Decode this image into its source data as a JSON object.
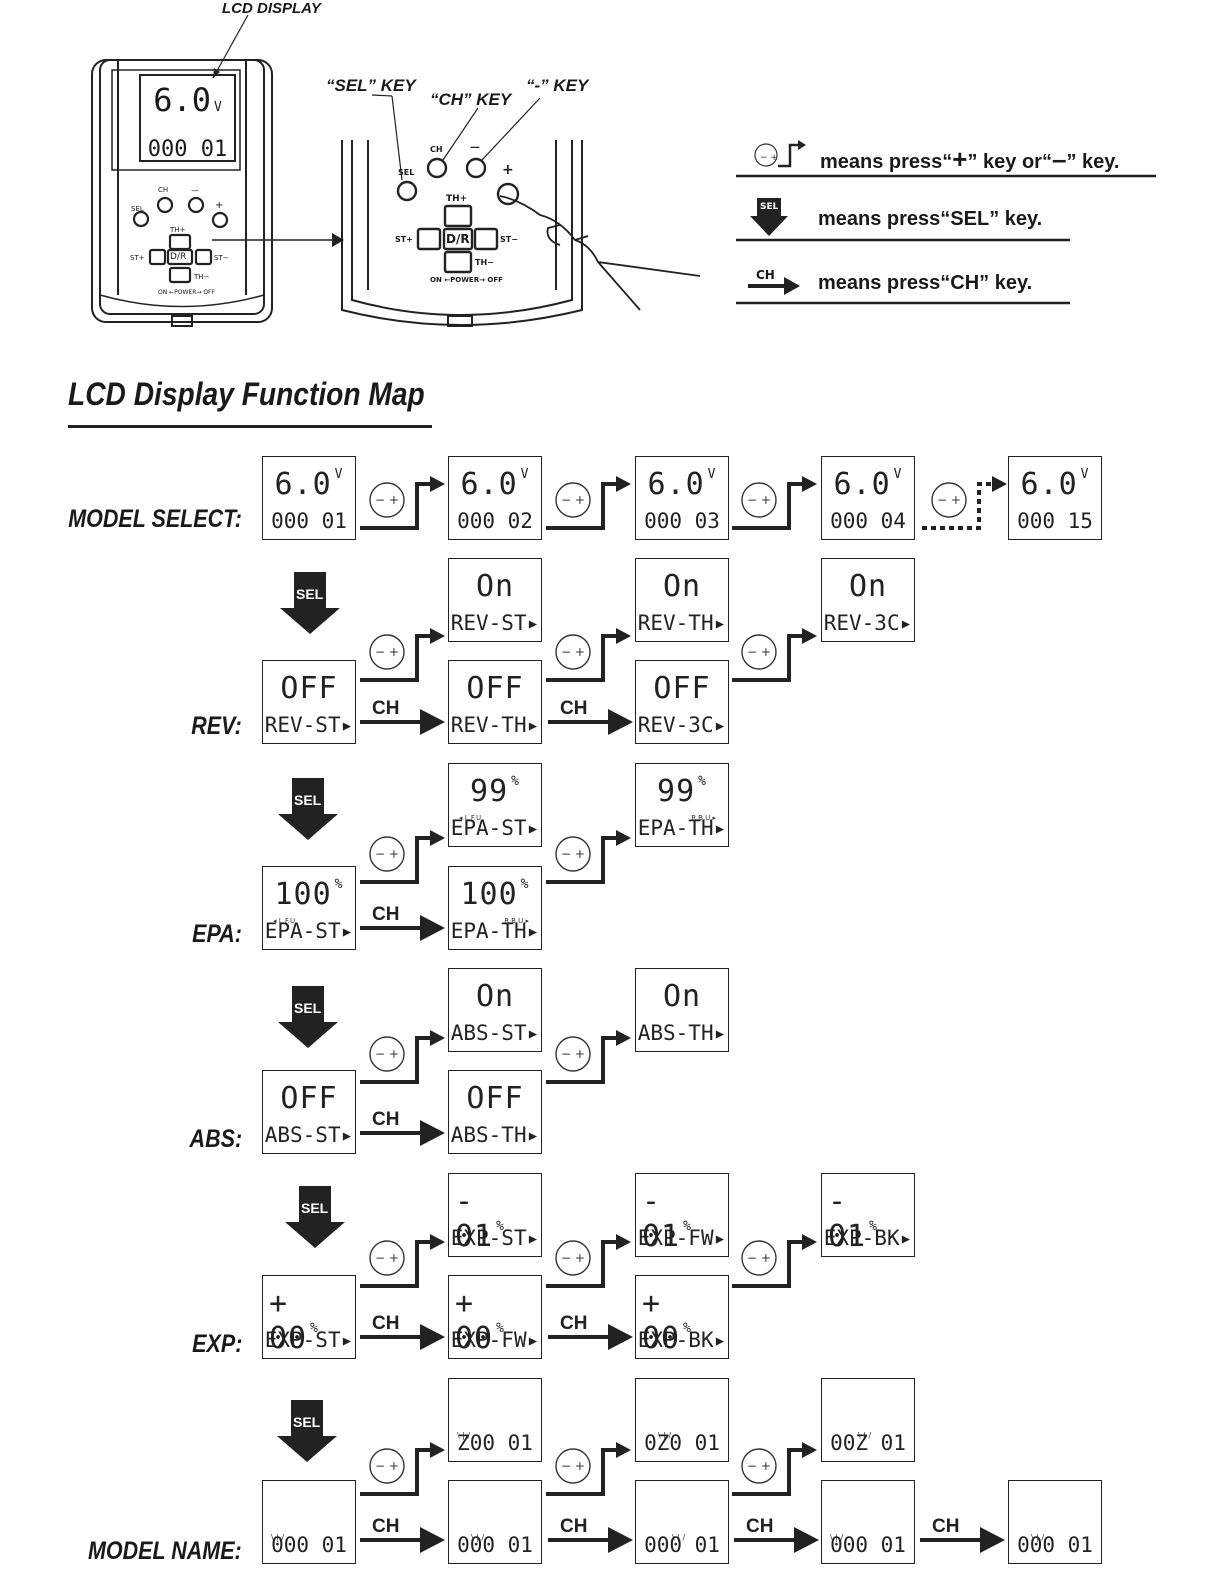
{
  "device": {
    "lcd_display_label": "LCD DISPLAY",
    "screen_top": "6.0",
    "screen_unit": "V",
    "screen_bottom": "000 01",
    "key_labels": {
      "ch": "CH",
      "minus": "—",
      "sel": "SEL",
      "plus": "+",
      "th_plus": "TH+",
      "st_plus": "ST+",
      "dr": "D/R",
      "st_minus": "ST−",
      "th_minus": "TH−",
      "power": "ON ←POWER→ OFF"
    }
  },
  "callouts": {
    "sel_key": "“SEL” KEY",
    "ch_key": "“CH” KEY",
    "minus_key": "“-” KEY"
  },
  "legend": {
    "line1_a": "means press“",
    "line1_plus": "+",
    "line1_b": "” key or“",
    "line1_minus": "–",
    "line1_c": "” key.",
    "line2": "means press“SEL” key.",
    "line3": "means press“CH” key.",
    "ch_icon": "CH",
    "sel_icon": "SEL"
  },
  "section_title": "LCD Display Function Map",
  "row_labels": {
    "model_select": "MODEL SELECT:",
    "rev": "REV:",
    "epa": "EPA:",
    "abs": "ABS:",
    "exp": "EXP:",
    "model_name": "MODEL NAME:"
  },
  "screens": {
    "ms1": {
      "top": "6.0",
      "unit": "V",
      "bot": "000 01"
    },
    "ms2": {
      "top": "6.0",
      "unit": "V",
      "bot": "000 02"
    },
    "ms3": {
      "top": "6.0",
      "unit": "V",
      "bot": "000 03"
    },
    "ms4": {
      "top": "6.0",
      "unit": "V",
      "bot": "000 04"
    },
    "ms5": {
      "top": "6.0",
      "unit": "V",
      "bot": "000 15"
    },
    "rev_on1": {
      "top": "On",
      "bot": "REV-ST▸"
    },
    "rev_on2": {
      "top": "On",
      "bot": "REV-TH▸"
    },
    "rev_on3": {
      "top": "On",
      "bot": "REV-3C▸"
    },
    "rev_off1": {
      "top": "OFF",
      "bot": "REV-ST▸"
    },
    "rev_off2": {
      "top": "OFF",
      "bot": "REV-TH▸"
    },
    "rev_off3": {
      "top": "OFF",
      "bot": "REV-3C▸"
    },
    "epa_u1": {
      "top": "99",
      "unit": "%",
      "sub": "◂ L.F.U",
      "bot": "EPA-ST▸"
    },
    "epa_u2": {
      "top": "99",
      "unit": "%",
      "sub": "R.B.U ▸",
      "bot": "EPA-TH▸"
    },
    "epa_l1": {
      "top": "100",
      "unit": "%",
      "sub": "◂ L.F.U",
      "bot": "EPA-ST▸"
    },
    "epa_l2": {
      "top": "100",
      "unit": "%",
      "sub": "R.B.U ▸",
      "bot": "EPA-TH▸"
    },
    "abs_on1": {
      "top": "On",
      "bot": "ABS-ST▸"
    },
    "abs_on2": {
      "top": "On",
      "bot": "ABS-TH▸"
    },
    "abs_off1": {
      "top": "OFF",
      "bot": "ABS-ST▸"
    },
    "abs_off2": {
      "top": "OFF",
      "bot": "ABS-TH▸"
    },
    "exp_u1": {
      "top": "- 01",
      "unit": "%",
      "bot": "EXP-ST▸"
    },
    "exp_u2": {
      "top": "- 01",
      "unit": "%",
      "bot": "EXP-FW▸"
    },
    "exp_u3": {
      "top": "- 01",
      "unit": "%",
      "bot": "EXP-BK▸"
    },
    "exp_l1": {
      "top": "+ 00",
      "unit": "%",
      "bot": "EXP-ST▸"
    },
    "exp_l2": {
      "top": "+ 00",
      "unit": "%",
      "bot": "EXP-FW▸"
    },
    "exp_l3": {
      "top": "+ 00",
      "unit": "%",
      "bot": "EXP-BK▸"
    },
    "mn_u1": {
      "bot": "Z00 01"
    },
    "mn_u2": {
      "bot": "0Z0 01"
    },
    "mn_u3": {
      "bot": "00Z 01"
    },
    "mn_l1": {
      "bot": "000 01"
    },
    "mn_l2": {
      "bot": "000 01"
    },
    "mn_l3": {
      "bot": "000 01"
    },
    "mn_l4": {
      "bot": "000 01"
    },
    "mn_l5": {
      "bot": "000 01"
    }
  },
  "ch_arrow_label": "CH",
  "sel_arrow_label": "SEL",
  "pm_icon": {
    "minus": "−",
    "plus": "+"
  }
}
